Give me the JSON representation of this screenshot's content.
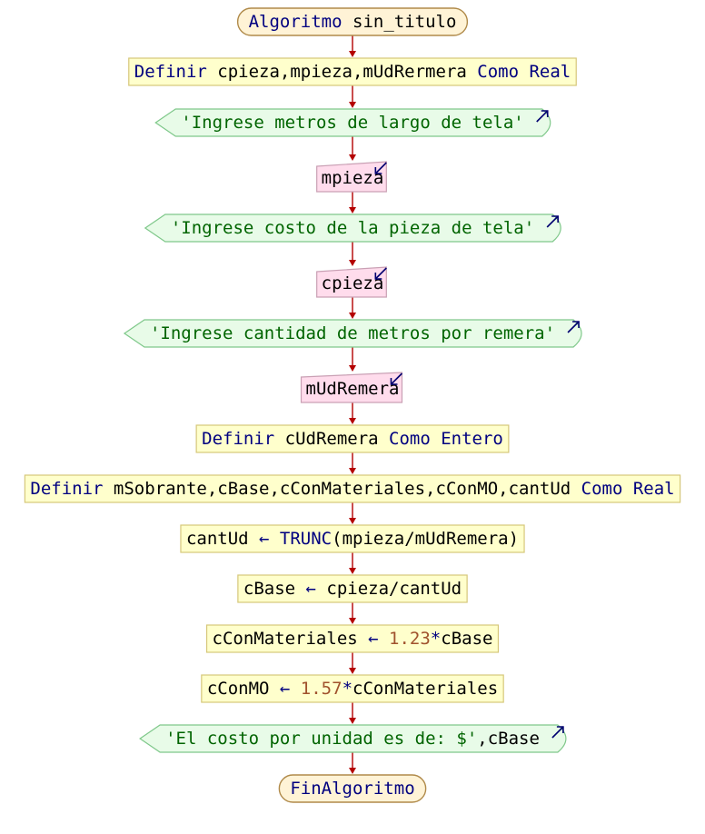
{
  "colors": {
    "keyword": "#000080",
    "string": "#006400",
    "number": "#a0522d",
    "arrow": "#b40000",
    "definition_fill": "#ffffcc",
    "terminal_fill": "#fff3d6",
    "io_fill": "#e8fbe8",
    "read_fill": "#ffdcec"
  },
  "nodes": [
    {
      "kind": "terminal",
      "parts": [
        {
          "t": "Algoritmo ",
          "c": "kw"
        },
        {
          "t": "sin_titulo",
          "c": "var"
        }
      ]
    },
    {
      "kind": "definition",
      "parts": [
        {
          "t": "Definir ",
          "c": "kw"
        },
        {
          "t": "cpieza,mpieza,mUdRermera ",
          "c": "var"
        },
        {
          "t": "Como Real",
          "c": "kw"
        }
      ]
    },
    {
      "kind": "output",
      "parts": [
        {
          "t": "'Ingrese metros de largo de tela'",
          "c": "str"
        }
      ]
    },
    {
      "kind": "input",
      "parts": [
        {
          "t": "mpieza",
          "c": "var"
        }
      ]
    },
    {
      "kind": "output",
      "parts": [
        {
          "t": "'Ingrese costo de la pieza de tela'",
          "c": "str"
        }
      ]
    },
    {
      "kind": "input",
      "parts": [
        {
          "t": "cpieza",
          "c": "var"
        }
      ]
    },
    {
      "kind": "output",
      "parts": [
        {
          "t": "'Ingrese cantidad de metros por remera'",
          "c": "str"
        }
      ]
    },
    {
      "kind": "input",
      "parts": [
        {
          "t": "mUdRemera",
          "c": "var"
        }
      ]
    },
    {
      "kind": "definition",
      "parts": [
        {
          "t": "Definir ",
          "c": "kw"
        },
        {
          "t": "cUdRemera ",
          "c": "var"
        },
        {
          "t": "Como Entero",
          "c": "kw"
        }
      ]
    },
    {
      "kind": "definition",
      "parts": [
        {
          "t": "Definir ",
          "c": "kw"
        },
        {
          "t": "mSobrante,cBase,cConMateriales,cConMO,cantUd ",
          "c": "var"
        },
        {
          "t": "Como Real",
          "c": "kw"
        }
      ]
    },
    {
      "kind": "process",
      "parts": [
        {
          "t": "cantUd ",
          "c": "var"
        },
        {
          "t": "← ",
          "c": "op"
        },
        {
          "t": "TRUNC",
          "c": "kw"
        },
        {
          "t": "(mpieza/mUdRemera)",
          "c": "var"
        }
      ]
    },
    {
      "kind": "process",
      "parts": [
        {
          "t": "cBase ",
          "c": "var"
        },
        {
          "t": "← ",
          "c": "op"
        },
        {
          "t": "cpieza/cantUd",
          "c": "var"
        }
      ]
    },
    {
      "kind": "process",
      "parts": [
        {
          "t": "cConMateriales ",
          "c": "var"
        },
        {
          "t": "← ",
          "c": "op"
        },
        {
          "t": "1.23",
          "c": "num"
        },
        {
          "t": "*",
          "c": "op"
        },
        {
          "t": "cBase",
          "c": "var"
        }
      ]
    },
    {
      "kind": "process",
      "parts": [
        {
          "t": "cConMO ",
          "c": "var"
        },
        {
          "t": "← ",
          "c": "op"
        },
        {
          "t": "1.57",
          "c": "num"
        },
        {
          "t": "*",
          "c": "op"
        },
        {
          "t": "cConMateriales",
          "c": "var"
        }
      ]
    },
    {
      "kind": "output",
      "parts": [
        {
          "t": "'El costo por unidad es de: $'",
          "c": "str"
        },
        {
          "t": ",cBase",
          "c": "var"
        }
      ]
    },
    {
      "kind": "terminal",
      "parts": [
        {
          "t": "FinAlgoritmo",
          "c": "kw"
        }
      ]
    }
  ]
}
